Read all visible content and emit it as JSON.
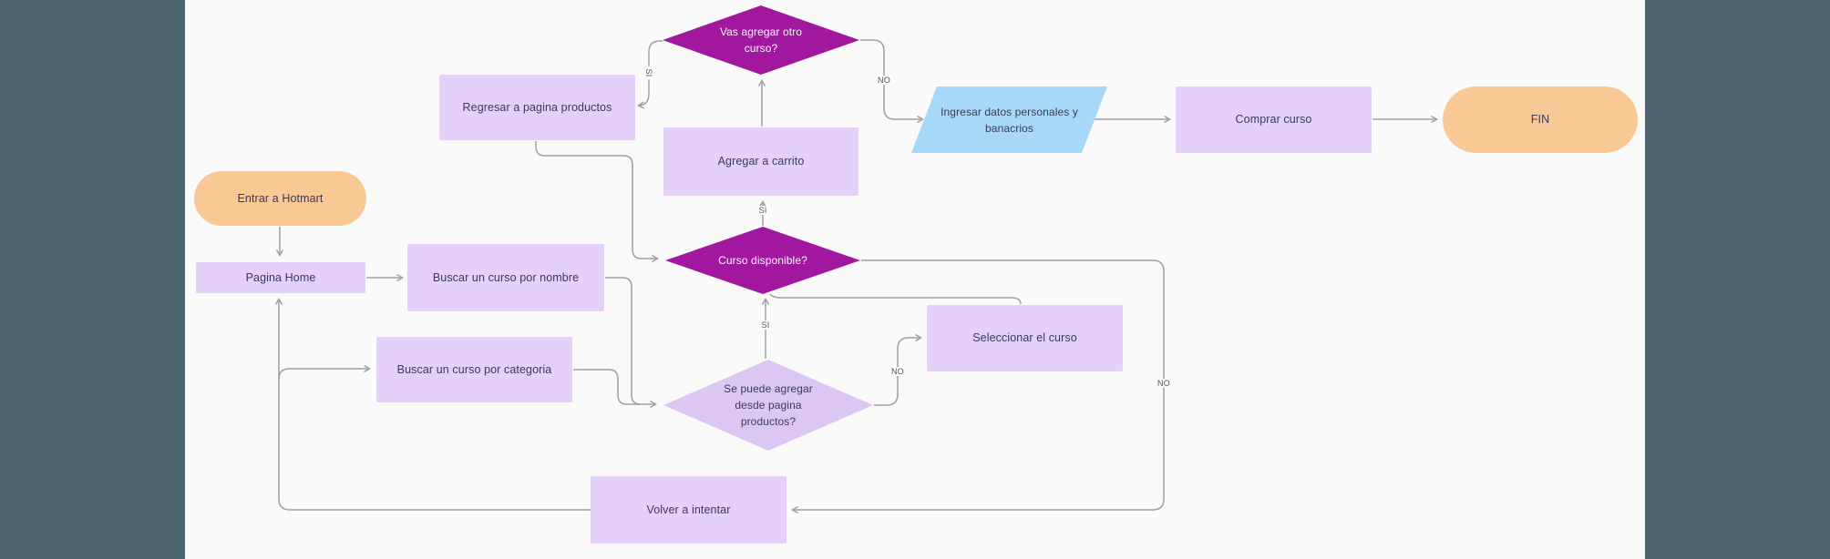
{
  "diagram": {
    "type": "flowchart",
    "language": "es",
    "nodes": {
      "entrar": {
        "label": "Entrar a Hotmart",
        "shape": "terminator"
      },
      "pagina_home": {
        "label": "Pagina Home",
        "shape": "process"
      },
      "buscar_nombre": {
        "label": "Buscar un curso por nombre",
        "shape": "process"
      },
      "buscar_categoria": {
        "label": "Buscar un curso por categoria",
        "shape": "process"
      },
      "curso_disponible": {
        "label": "Curso disponible?",
        "shape": "decision"
      },
      "se_puede": {
        "label": "Se puede agregar desde pagina productos?",
        "shape": "decision"
      },
      "seleccionar": {
        "label": "Seleccionar el curso",
        "shape": "process"
      },
      "agregar_carrito": {
        "label": "Agregar a carrito",
        "shape": "process"
      },
      "vas_agregar": {
        "label": "Vas agregar otro curso?",
        "shape": "decision"
      },
      "regresar": {
        "label": "Regresar a pagina productos",
        "shape": "process"
      },
      "ingresar_datos": {
        "label": "Ingresar datos personales y banacrios",
        "shape": "data"
      },
      "comprar": {
        "label": "Comprar curso",
        "shape": "process"
      },
      "fin": {
        "label": "FIN",
        "shape": "terminator"
      },
      "volver": {
        "label": "Volver a intentar",
        "shape": "process"
      }
    },
    "edge_labels": {
      "yes": "SI",
      "no": "NO"
    },
    "colors": {
      "background": "#fafafb",
      "letterbox": "#4c646e",
      "process_fill": "#e4d0f9",
      "decision_dark_fill": "#a1189e",
      "decision_light_fill": "#dcc7f2",
      "data_fill": "#a8d8f8",
      "terminator_fill": "#f9c995",
      "connector": "#9fa0a6",
      "text": "#3a3a55"
    }
  }
}
